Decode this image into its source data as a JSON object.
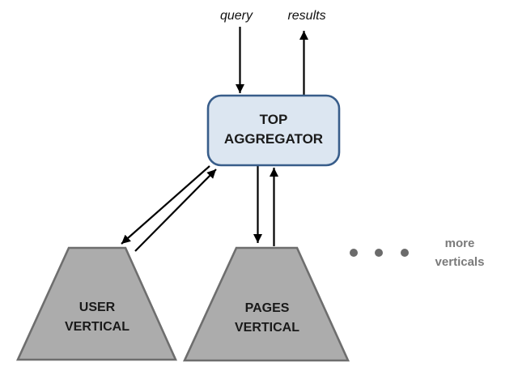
{
  "diagram": {
    "title": "federated search architecture diagram",
    "flow_labels": {
      "query": "query",
      "results": "results"
    },
    "aggregator": {
      "label": "TOP AGGREGATOR",
      "lines": [
        "TOP",
        "AGGREGATOR"
      ]
    },
    "verticals": [
      {
        "label": "USER VERTICAL",
        "lines": [
          "USER",
          "VERTICAL"
        ]
      },
      {
        "label": "PAGES VERTICAL",
        "lines": [
          "PAGES",
          "VERTICAL"
        ]
      }
    ],
    "more_verticals": {
      "label": "more verticals",
      "lines": [
        "more",
        "verticals"
      ],
      "dots_icon": "ellipsis-dots"
    },
    "colors": {
      "aggregator_fill": "#DCE6F1",
      "aggregator_border": "#385D8A",
      "vertical_fill": "#ACACAC",
      "vertical_border": "#6E6E6E",
      "arrow": "#000000",
      "dots": "#6B6B6B",
      "muted_text": "#7A7A7A"
    }
  }
}
